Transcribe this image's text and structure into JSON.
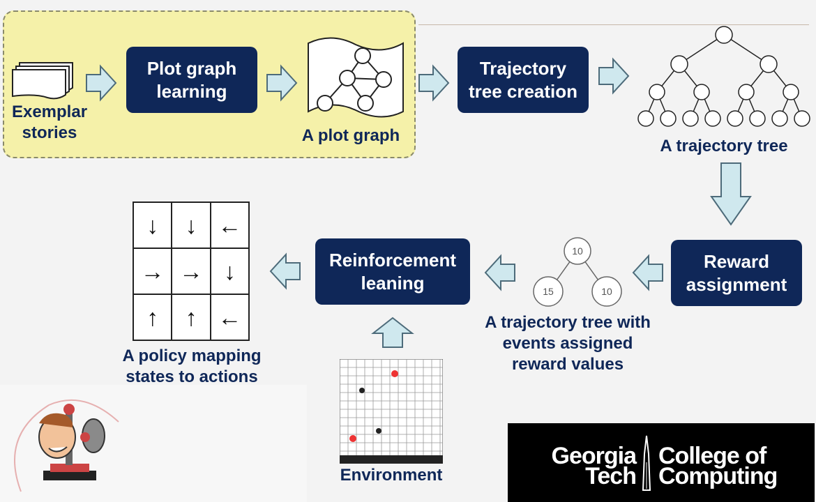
{
  "pipeline": {
    "exemplar_label": "Exemplar\nstories",
    "plot_graph_learning": "Plot graph\nlearning",
    "plot_graph_label": "A plot graph",
    "trajectory_tree_creation": "Trajectory\ntree creation",
    "trajectory_tree_label": "A trajectory tree",
    "reward_assignment": "Reward\nassignment",
    "reward_tree_label": "A trajectory tree with\nevents assigned\nreward values",
    "reward_tree_values": {
      "root": "10",
      "left": "15",
      "right": "10"
    },
    "reinforcement_learning": "Reinforcement\nleaning",
    "environment_label": "Environment",
    "policy_label": "A policy mapping\nstates to actions",
    "policy_grid_arrows": [
      "↓",
      "↓",
      "←",
      "→",
      "→",
      "↓",
      "↑",
      "↑",
      "←"
    ]
  },
  "logo": {
    "line1_left": "Georgia",
    "line2_left": "Tech",
    "line1_right": "College of",
    "line2_right": "Computing"
  },
  "colors": {
    "box": "#0f2758",
    "arrow_fill": "#cfe8ee",
    "arrow_stroke": "#4d6b7a",
    "highlight": "#f5f1a9"
  }
}
